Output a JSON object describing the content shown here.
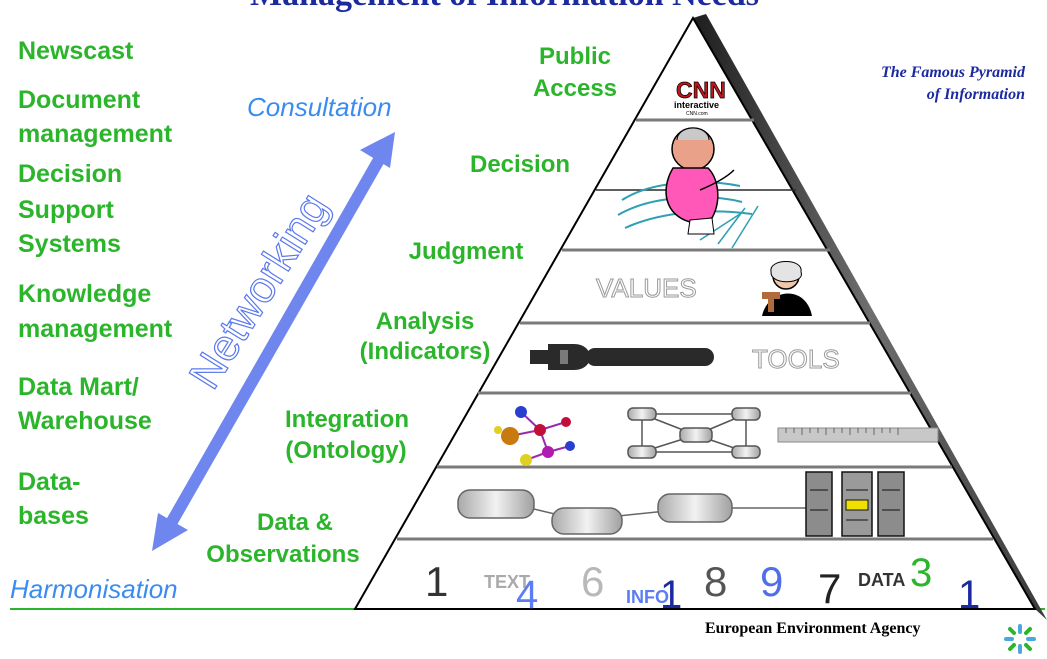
{
  "title": "Management of Information Needs",
  "left_column": [
    "Newscast",
    "Document",
    "management",
    "Decision",
    "Support",
    "Systems",
    "Knowledge",
    "management",
    "Data Mart/",
    "Warehouse",
    "Data-",
    "bases"
  ],
  "axis": {
    "top_label": "Consultation",
    "middle_label": "Networking",
    "bottom_label": "Harmonisation"
  },
  "levels": [
    "Public",
    "Access",
    "Decision",
    "Judgment",
    "Analysis",
    "(Indicators)",
    "Integration",
    "(Ontology)",
    "Data &",
    "Observations"
  ],
  "pyramid_labels": {
    "values": "VALUES",
    "tools": "TOOLS"
  },
  "famous": [
    "The Famous Pyramid",
    "of Information"
  ],
  "cnn": {
    "main": "CNN",
    "sub": "interactive",
    "sub2": "CNN.com"
  },
  "base_items": [
    "1",
    "TEXT",
    "4",
    "6",
    "INFO",
    "1",
    "8",
    "9",
    "7",
    "DATA",
    "3",
    "1"
  ],
  "footer": "European Environment Agency",
  "colors": {
    "green": "#2bb52b",
    "blue": "#3b8cf0",
    "arrow": "#6f86ee",
    "navy": "#1c2aa0"
  }
}
